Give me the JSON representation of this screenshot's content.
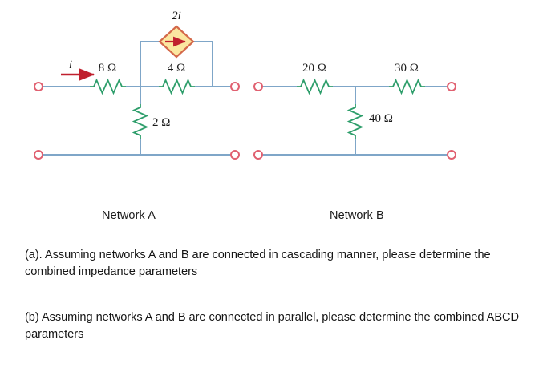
{
  "circuit": {
    "network_a": {
      "caption": "Network A",
      "current_label": "i",
      "dependent_source_label": "2i",
      "dependent_source_type": "current-source-diamond",
      "components": [
        {
          "name": "series-resistor-8",
          "label": "8 Ω",
          "value": 8,
          "unit": "Ω",
          "orientation": "horizontal"
        },
        {
          "name": "series-resistor-4",
          "label": "4 Ω",
          "value": 4,
          "unit": "Ω",
          "orientation": "horizontal"
        },
        {
          "name": "shunt-resistor-2",
          "label": "2 Ω",
          "value": 2,
          "unit": "Ω",
          "orientation": "vertical"
        }
      ]
    },
    "network_b": {
      "caption": "Network B",
      "components": [
        {
          "name": "series-resistor-20",
          "label": "20 Ω",
          "value": 20,
          "unit": "Ω",
          "orientation": "horizontal"
        },
        {
          "name": "series-resistor-30",
          "label": "30 Ω",
          "value": 30,
          "unit": "Ω",
          "orientation": "horizontal"
        },
        {
          "name": "shunt-resistor-40",
          "label": "40 Ω",
          "value": 40,
          "unit": "Ω",
          "orientation": "vertical"
        }
      ]
    },
    "colors": {
      "wire": "#7fa6c8",
      "resistor": "#2e9e6b",
      "terminal": "#e06070",
      "arrow": "#c0202e",
      "source_fill": "#fbe7a0",
      "source_stroke": "#d4694a",
      "text": "#1a1a1a"
    }
  },
  "questions": {
    "a": "(a). Assuming networks A and B are connected in cascading manner, please determine the combined impedance parameters",
    "b": "(b)  Assuming networks A and B are connected in parallel, please determine the combined ABCD parameters"
  }
}
